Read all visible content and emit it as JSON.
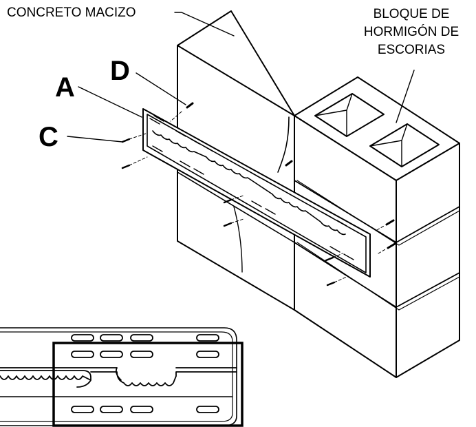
{
  "labels": {
    "solid_concrete": "CONCRETO MACIZO",
    "cinder_block_line1": "BLOQUE DE",
    "cinder_block_line2": "HORMIGÓN DE",
    "cinder_block_line3": "ESCORIAS",
    "part_a": "A",
    "part_c": "C",
    "part_d": "D"
  },
  "colors": {
    "ink": "#000000",
    "paper": "#ffffff",
    "face_shade": "#f4f4f4"
  }
}
